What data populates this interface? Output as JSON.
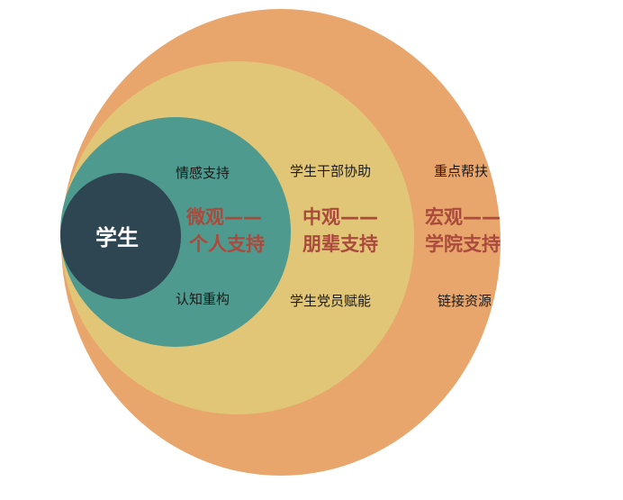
{
  "diagram": {
    "colors": {
      "macro": "#e8a66c",
      "meso": "#e2c677",
      "micro": "#4e9a8e",
      "core": "#2e4552",
      "title_text": "#a94a3c",
      "label_text": "#1a1a1a",
      "core_text": "#ffffff"
    },
    "core": {
      "label": "学生"
    },
    "micro": {
      "title_line1": "微观——",
      "title_line2": "个人支持",
      "items": [
        "情感支持",
        "认知重构"
      ]
    },
    "meso": {
      "title_line1": "中观——",
      "title_line2": "朋辈支持",
      "items": [
        "学生干部协助",
        "学生党员赋能"
      ]
    },
    "macro": {
      "title_line1": "宏观——",
      "title_line2": "学院支持",
      "items": [
        "重点帮扶",
        "链接资源"
      ]
    }
  }
}
